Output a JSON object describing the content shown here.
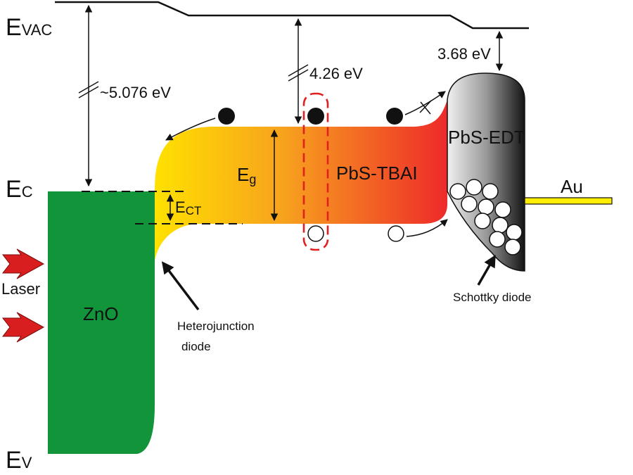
{
  "levels": {
    "evac_main": "E",
    "evac_sub": "VAC",
    "ec_main": "E",
    "ec_sub": "C",
    "ev_main": "E",
    "ev_sub": "V",
    "eg_main": "E",
    "eg_sub": "g",
    "ect_main": "E",
    "ect_sub": "CT"
  },
  "energies": {
    "zno": "~5.076 eV",
    "tbai": "4.26 eV",
    "edt": "3.68 eV"
  },
  "regions": {
    "zno": "ZnO",
    "pbs_tbai": "PbS-TBAI",
    "pbs_edt": "PbS-EDT",
    "au": "Au"
  },
  "annotations": {
    "laser": "Laser",
    "heterojunction_line1": "Heterojunction",
    "heterojunction_line2": "diode",
    "schottky": "Schottky diode"
  },
  "colors": {
    "zno": "#12943a",
    "yellow": "#ffe100",
    "orange": "#f7a01e",
    "red": "#ee2a2a",
    "edt_light": "#e8e8e8",
    "edt_dark": "#1a1a1a",
    "au": "#ffee00",
    "laser": "#d81e1e",
    "dashed_box": "#e02020"
  }
}
